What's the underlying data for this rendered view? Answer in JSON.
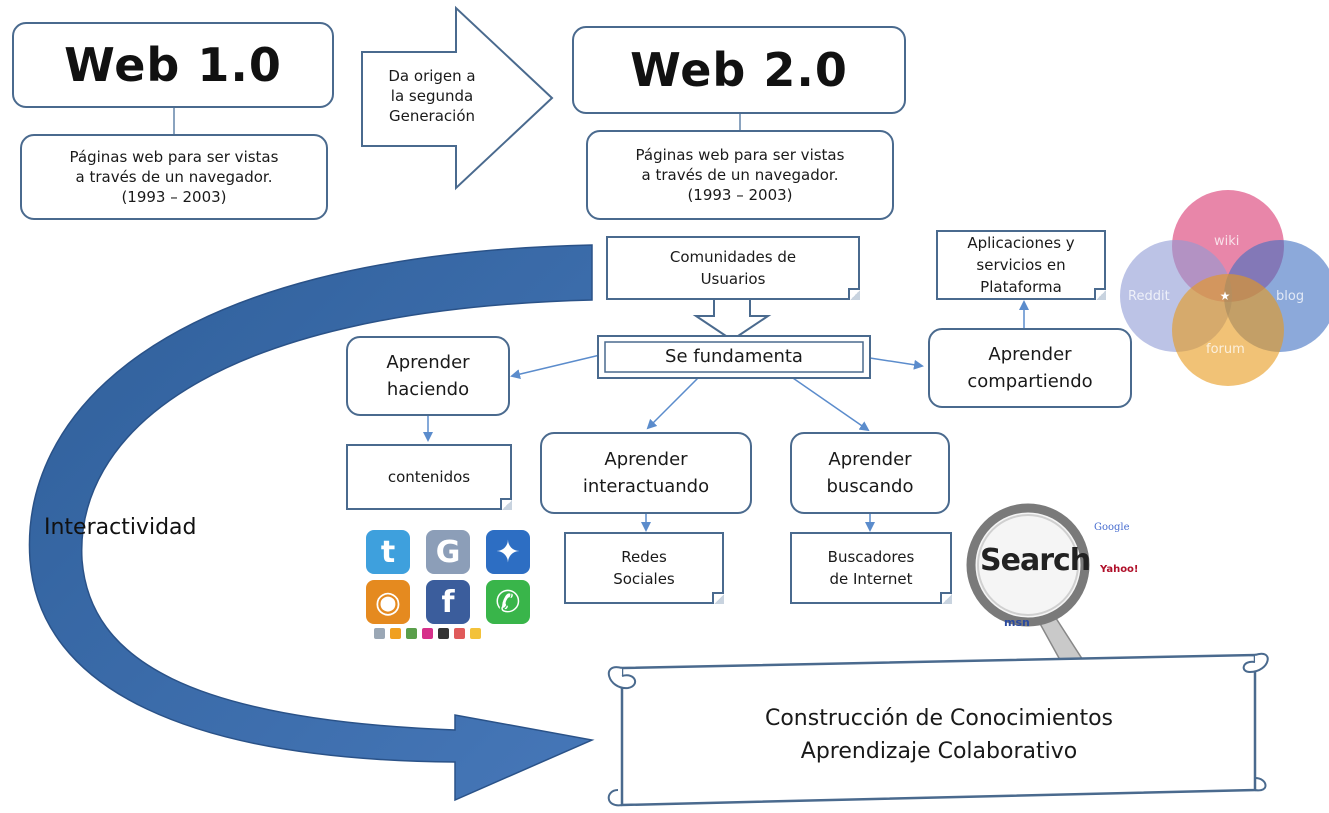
{
  "web1": {
    "title": "Web 1.0",
    "description": "Páginas web para ser vistas\na través de un navegador.\n(1993 – 2003)"
  },
  "transition": {
    "text": "Da origen a\nla segunda\nGeneración"
  },
  "web2": {
    "title": "Web 2.0",
    "description": "Páginas web para ser vistas\na través de un navegador.\n(1993 – 2003)"
  },
  "communities": "Comunidades de\nUsuarios",
  "fundamenta": "Se fundamenta",
  "learn": {
    "doing": "Aprender\nhaciendo",
    "sharing": "Aprender\ncompartiendo",
    "interacting": "Aprender\ninteractuando",
    "searching": "Aprender\nbuscando"
  },
  "docs": {
    "platform": "Aplicaciones y\nservicios en\nPlataforma",
    "contents": "contenidos",
    "social": "Redes\nSociales",
    "search_engines": "Buscadores\nde Internet"
  },
  "interactivity": "Interactividad",
  "scroll": "Construcción de Conocimientos\nAprendizaje Colaborativo",
  "venn": {
    "labels": [
      "wiki",
      "Reddit",
      "blog",
      "forum"
    ],
    "colors": [
      "#d9366f",
      "#8f9bd6",
      "#3f6fc2",
      "#e89a1a"
    ]
  },
  "social_icons": {
    "names": [
      "twitter-icon",
      "google-icon",
      "myspace-icon",
      "rss-icon",
      "facebook-icon",
      "chat-icon"
    ],
    "glyphs": [
      "t",
      "G",
      "✦",
      "◉",
      "f",
      "✆"
    ],
    "colors": [
      "#3ea0dd",
      "#8c9eb8",
      "#2d6ec3",
      "#e58a1f",
      "#3b5d9c",
      "#39b54a"
    ]
  },
  "search_graphic": {
    "word": "Search",
    "brands": [
      "Google",
      "Yahoo!",
      "msn"
    ]
  },
  "colors": {
    "stroke": "#4a6a8e",
    "arrow": "#3b6aa6",
    "connector": "#5b8ccc"
  }
}
